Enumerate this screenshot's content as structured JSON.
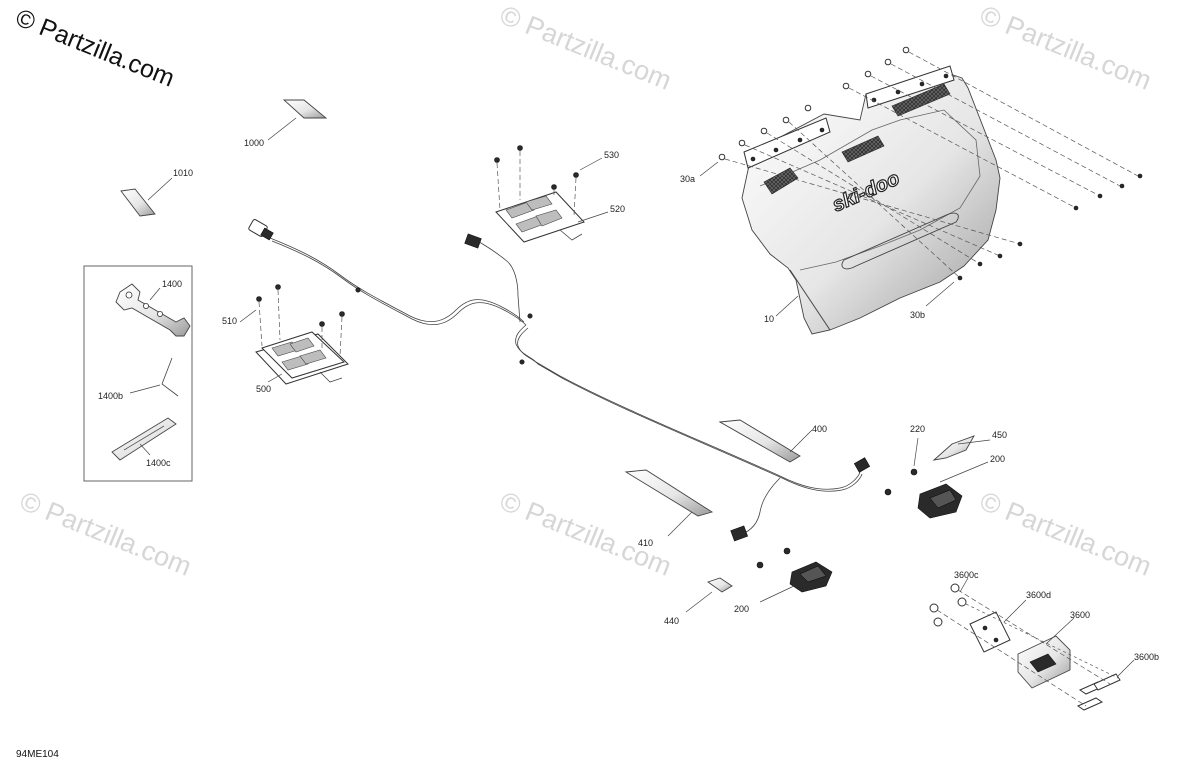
{
  "watermark": {
    "main": "© Partzilla.com",
    "faint": "© Partzilla.com"
  },
  "diagram_code": "94ME104",
  "brand_logo": "ski-doo",
  "callouts": {
    "c1000": "1000",
    "c1010": "1010",
    "c1400": "1400",
    "c1400b": "1400b",
    "c1400c": "1400c",
    "c510": "510",
    "c500": "500",
    "c530": "530",
    "c520": "520",
    "c30a": "30a",
    "c10": "10",
    "c30b": "30b",
    "c400": "400",
    "c410": "410",
    "c450": "450",
    "c220": "220",
    "c200a": "200",
    "c200b": "200",
    "c440": "440",
    "c3600c": "3600c",
    "c3600d": "3600d",
    "c3600": "3600",
    "c3600b": "3600b"
  }
}
